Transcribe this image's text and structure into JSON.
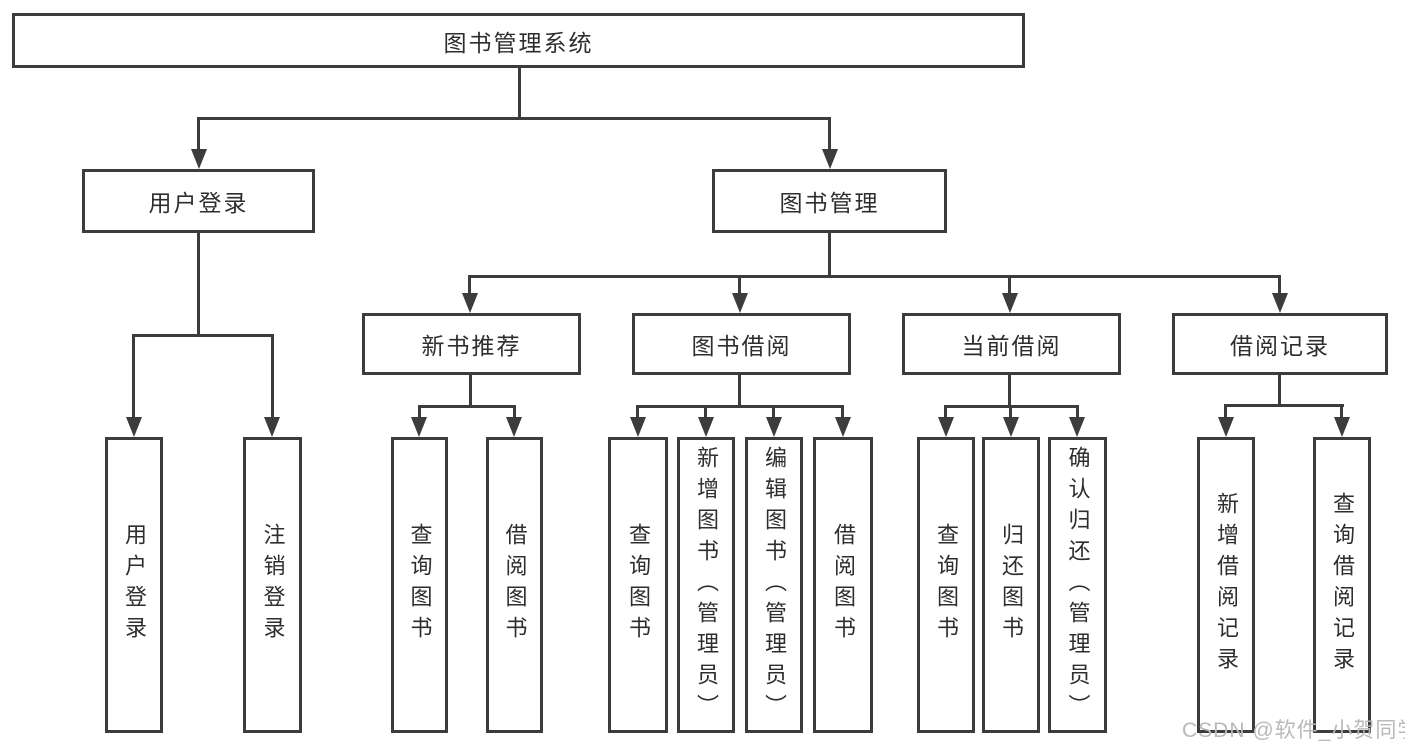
{
  "nodes": {
    "root": "图书管理系统",
    "level2": {
      "user_login": "用户登录",
      "book_mgmt": "图书管理"
    },
    "level3": {
      "new_book_rec": "新书推荐",
      "book_borrow": "图书借阅",
      "current_borrow": "当前借阅",
      "borrow_record": "借阅记录"
    },
    "leaves": {
      "user_login": [
        "用户登录",
        "注销登录"
      ],
      "new_book_rec": [
        "查询图书",
        "借阅图书"
      ],
      "book_borrow": [
        "查询图书",
        "新增图书（管理员）",
        "编辑图书（管理员）",
        "借阅图书"
      ],
      "current_borrow": [
        "查询图书",
        "归还图书",
        "确认归还（管理员）"
      ],
      "borrow_record": [
        "新增借阅记录",
        "查询借阅记录"
      ]
    }
  },
  "watermark": {
    "text": "CSDN @软件_小贺同学"
  },
  "colors": {
    "line": "#3c3c3c",
    "text": "#2e2e2e",
    "watermark": "#b9b9b9",
    "background": "#ffffff"
  }
}
